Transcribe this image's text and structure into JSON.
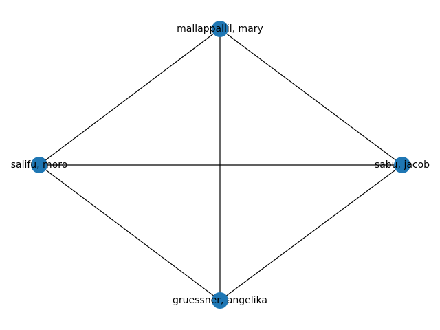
{
  "graph": {
    "node_color": "#1f77b4",
    "edge_color": "#000000",
    "nodes": [
      {
        "id": "mary",
        "label": "mallappallil, mary"
      },
      {
        "id": "jacob",
        "label": "sabu, jacob"
      },
      {
        "id": "angelika",
        "label": "gruessner, angelika"
      },
      {
        "id": "moro",
        "label": "salifu, moro"
      }
    ],
    "edges": [
      [
        "mary",
        "moro"
      ],
      [
        "mary",
        "jacob"
      ],
      [
        "mary",
        "angelika"
      ],
      [
        "moro",
        "jacob"
      ],
      [
        "moro",
        "angelika"
      ],
      [
        "jacob",
        "angelika"
      ]
    ]
  }
}
